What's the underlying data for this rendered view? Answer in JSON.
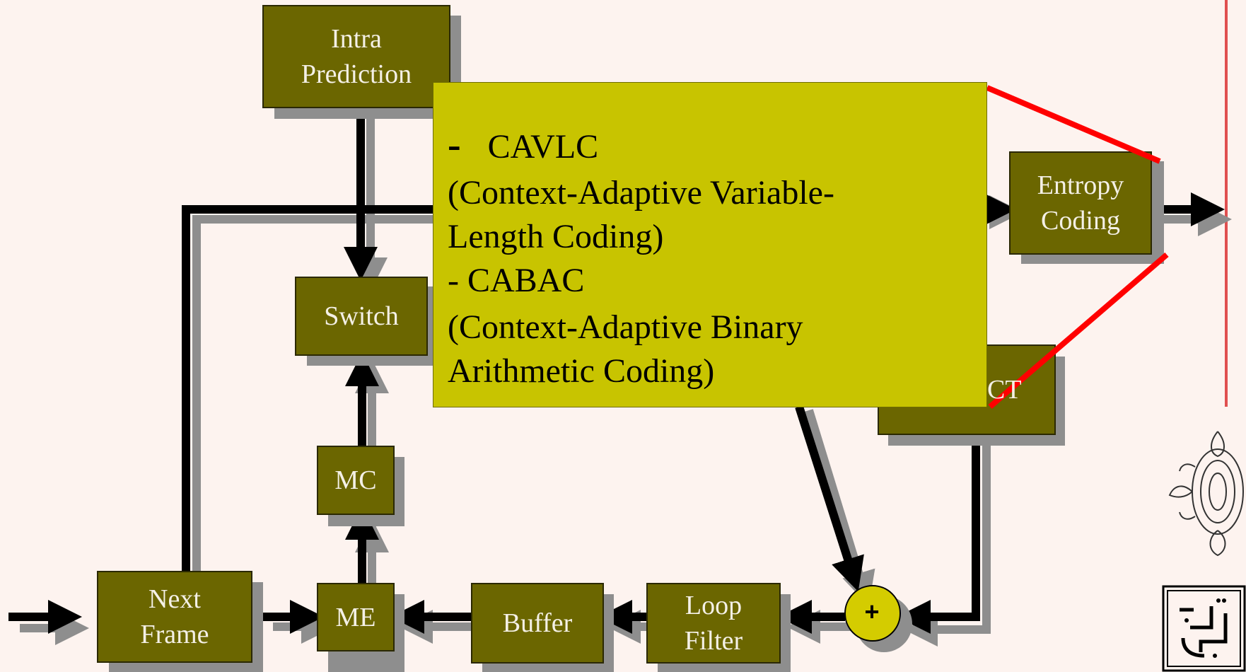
{
  "blocks": {
    "intra_prediction": "Intra\nPrediction",
    "entropy_coding": "Entropy\nCoding",
    "switch": "Switch",
    "mc": "MC",
    "me": "ME",
    "next_frame": "Next\nFrame",
    "buffer": "Buffer",
    "loop_filter": "Loop\nFilter",
    "dct_partial": "CT",
    "sum_symbol": "+"
  },
  "callout": {
    "line1": "CAVLC",
    "line2": "(Context-Adaptive Variable-",
    "line3": "Length Coding)",
    "line4": "- CABAC",
    "line5": "(Context-Adaptive Binary",
    "line6": "Arithmetic Coding)"
  },
  "colors": {
    "background": "#fdf3ef",
    "block_fill": "#6b6600",
    "block_shadow": "#8e8e8e",
    "callout_fill": "#c8c400",
    "sum_fill": "#d4cc00",
    "highlight_lines": "#ff0000",
    "divider": "#e05050"
  }
}
